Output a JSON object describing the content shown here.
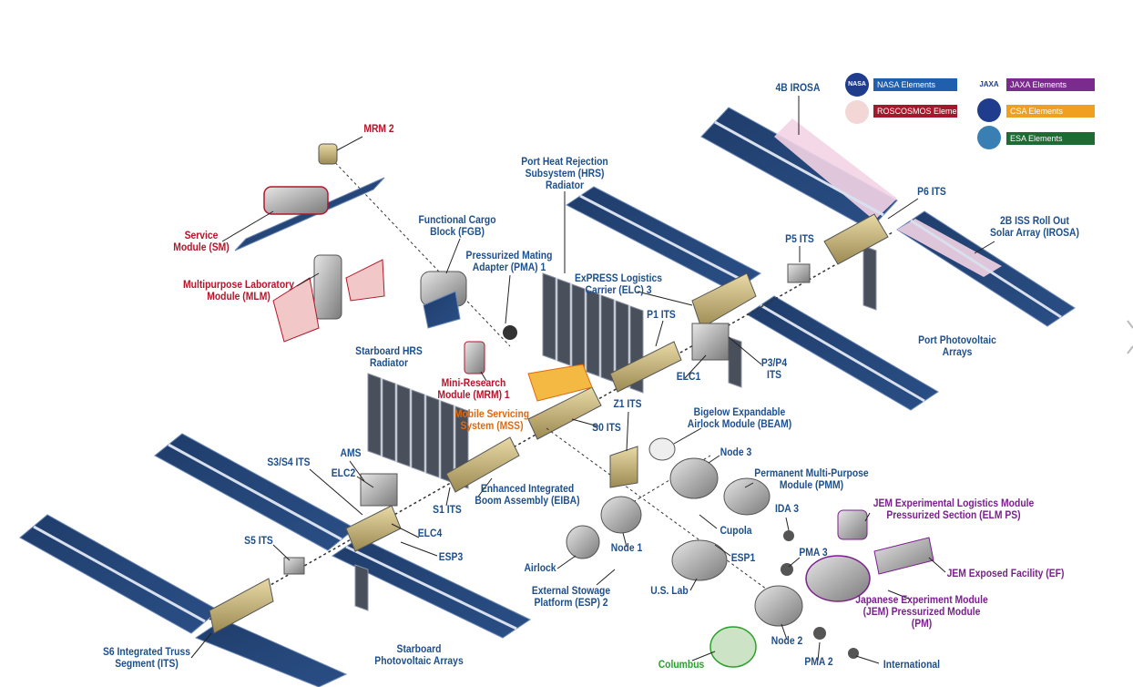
{
  "legend": {
    "nasa": "NASA Elements",
    "roscosmos": "ROSCOSMOS Elements",
    "jaxa": "JAXA Elements",
    "csa": "CSA Elements",
    "esa": "ESA Elements",
    "nasa_logo": "NASA",
    "jaxa_logo": "JAXA",
    "colors": {
      "nasa": "#1f5fad",
      "roscosmos": "#a3182c",
      "jaxa": "#7b2a8e",
      "csa": "#f0a020",
      "esa": "#1e6b33"
    }
  },
  "labels": {
    "mrm2": "MRM 2",
    "service_module": "Service\nModule (SM)",
    "mlm": "Multipurpose Laboratory\nModule (MLM)",
    "fgb": "Functional Cargo\nBlock (FGB)",
    "pma1": "Pressurized Mating\nAdapter (PMA) 1",
    "port_hrs": "Port Heat Rejection\nSubsystem (HRS)\nRadiator",
    "elc3": "ExPRESS Logistics\nCarrier (ELC) 3",
    "p1": "P1 ITS",
    "irosa4b": "4B IROSA",
    "p6": "P6 ITS",
    "irosa2b": "2B ISS Roll Out\nSolar Array (IROSA)",
    "p5": "P5 ITS",
    "p3p4": "P3/P4\nITS",
    "elc1": "ELC1",
    "port_pv": "Port Photovoltaic\nArrays",
    "stbd_hrs": "Starboard HRS\nRadiator",
    "mrm1": "Mini-Research\nModule (MRM) 1",
    "mss": "Mobile Servicing\nSystem (MSS)",
    "z1": "Z1 ITS",
    "s0": "S0 ITS",
    "beam": "Bigelow Expandable\nAirlock Module (BEAM)",
    "node3": "Node 3",
    "pmm": "Permanent Multi-Purpose\nModule (PMM)",
    "ams": "AMS",
    "s3s4": "S3/S4 ITS",
    "elc2": "ELC2",
    "s1": "S1 ITS",
    "eiba": "Enhanced Integrated\nBoom Assembly (EIBA)",
    "elc4": "ELC4",
    "esp3": "ESP3",
    "s5": "S5 ITS",
    "cupola": "Cupola",
    "ida3": "IDA 3",
    "elm_ps": "JEM Experimental Logistics Module\nPressurized Section (ELM PS)",
    "airlock": "Airlock",
    "node1": "Node 1",
    "esp2": "External Stowage\nPlatform (ESP) 2",
    "us_lab": "U.S. Lab",
    "esp1": "ESP1",
    "pma3": "PMA 3",
    "jem_ef": "JEM Exposed Facility (EF)",
    "jem_pm": "Japanese Experiment Module\n(JEM) Pressurized Module\n(PM)",
    "s6": "S6 Integrated Truss\nSegment (ITS)",
    "stbd_pv": "Starboard\nPhotovoltaic Arrays",
    "node2": "Node 2",
    "columbus": "Columbus",
    "pma2": "PMA 2",
    "international": "International"
  }
}
